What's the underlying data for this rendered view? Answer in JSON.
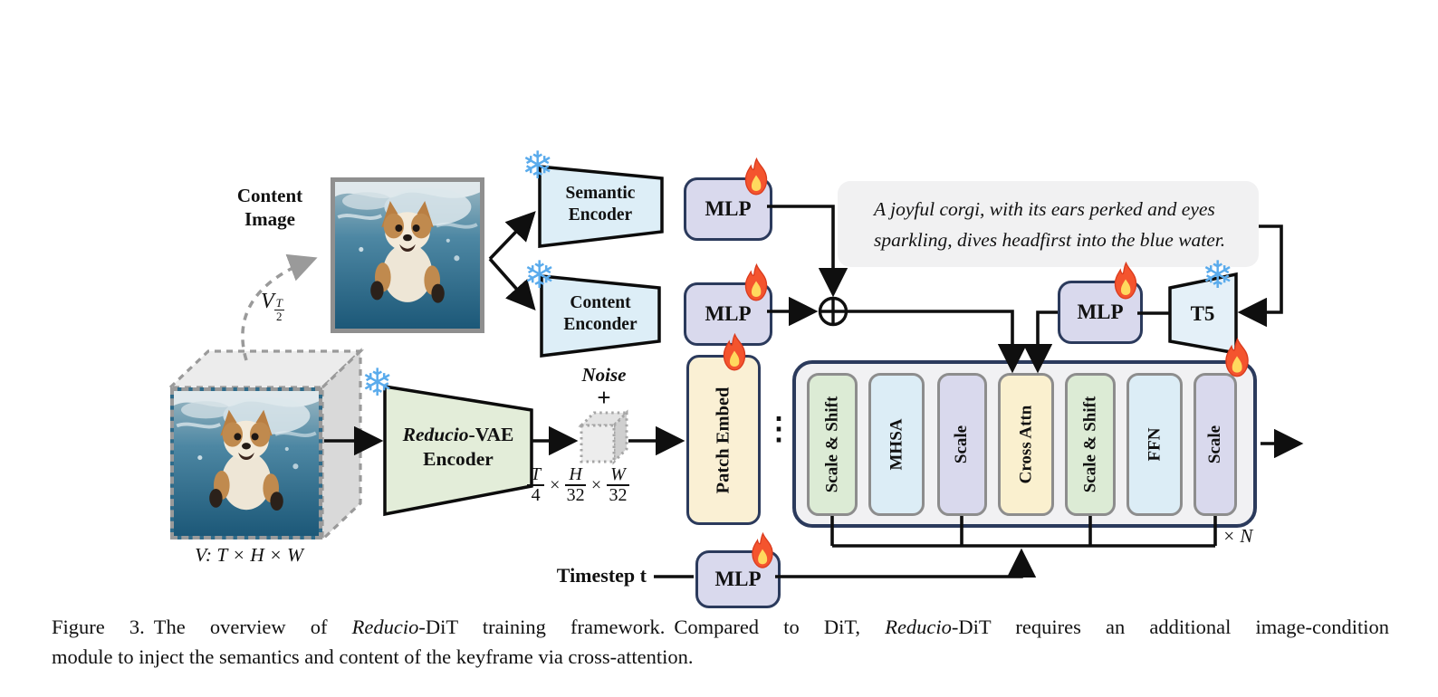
{
  "figure": {
    "content_image_label": [
      "Content",
      "Image"
    ],
    "v_half": {
      "sym": "V",
      "num": "T",
      "den": "2"
    },
    "video_label": {
      "sym": "V",
      "rest": ": T × H × W"
    },
    "semantic_encoder": [
      "Semantic",
      "Encoder"
    ],
    "content_encoder": [
      "Content",
      "Enconder"
    ],
    "vae_encoder": {
      "italic": "Reducio",
      "rest": "-VAE",
      "line2": "Encoder"
    },
    "t5": "T5",
    "mlp": "MLP",
    "prompt": [
      "A joyful corgi, with its ears perked and eyes",
      "sparkling, dives headfirst into the blue water."
    ],
    "noise": {
      "label": "Noise",
      "plus": "+"
    },
    "latent": {
      "f1": [
        "T",
        "4"
      ],
      "f2": [
        "H",
        "32"
      ],
      "f3": [
        "W",
        "32"
      ],
      "times": "×"
    },
    "patch_embed": "Patch Embed",
    "dit_bars": [
      "Scale & Shift",
      "MHSA",
      "Scale",
      "Cross Attn",
      "Scale & Shift",
      "FFN",
      "Scale"
    ],
    "ellipsis": "⋮",
    "xn": "× N",
    "timestep_label": "Timestep t",
    "icons": {
      "snowflake": "❄"
    },
    "colors": {
      "bar_green": "#dcebd5",
      "bar_blue": "#dcedf6",
      "bar_lavender": "#d9d9ed",
      "bar_cream": "#faf0cf",
      "mlp_fill": "#d9d9ed",
      "navy_border": "#2b3a5c",
      "trap_blue": "#ddeef7",
      "trap_green": "#e3edd9",
      "flame_orange": "#f4542e",
      "snowflake_blue": "#5aabec",
      "prompt_gray": "#f1f1f2"
    },
    "caption": {
      "p1": "Figure 3.",
      "p2": "The overview of ",
      "i1": "Reducio",
      "p3": "-DiT training framework.",
      "p4": "Compared to DiT, ",
      "i2": "Reducio",
      "p5": "-DiT requires an additional image-condition",
      "line2": "module to inject the semantics and content of the keyframe via cross-attention."
    }
  }
}
